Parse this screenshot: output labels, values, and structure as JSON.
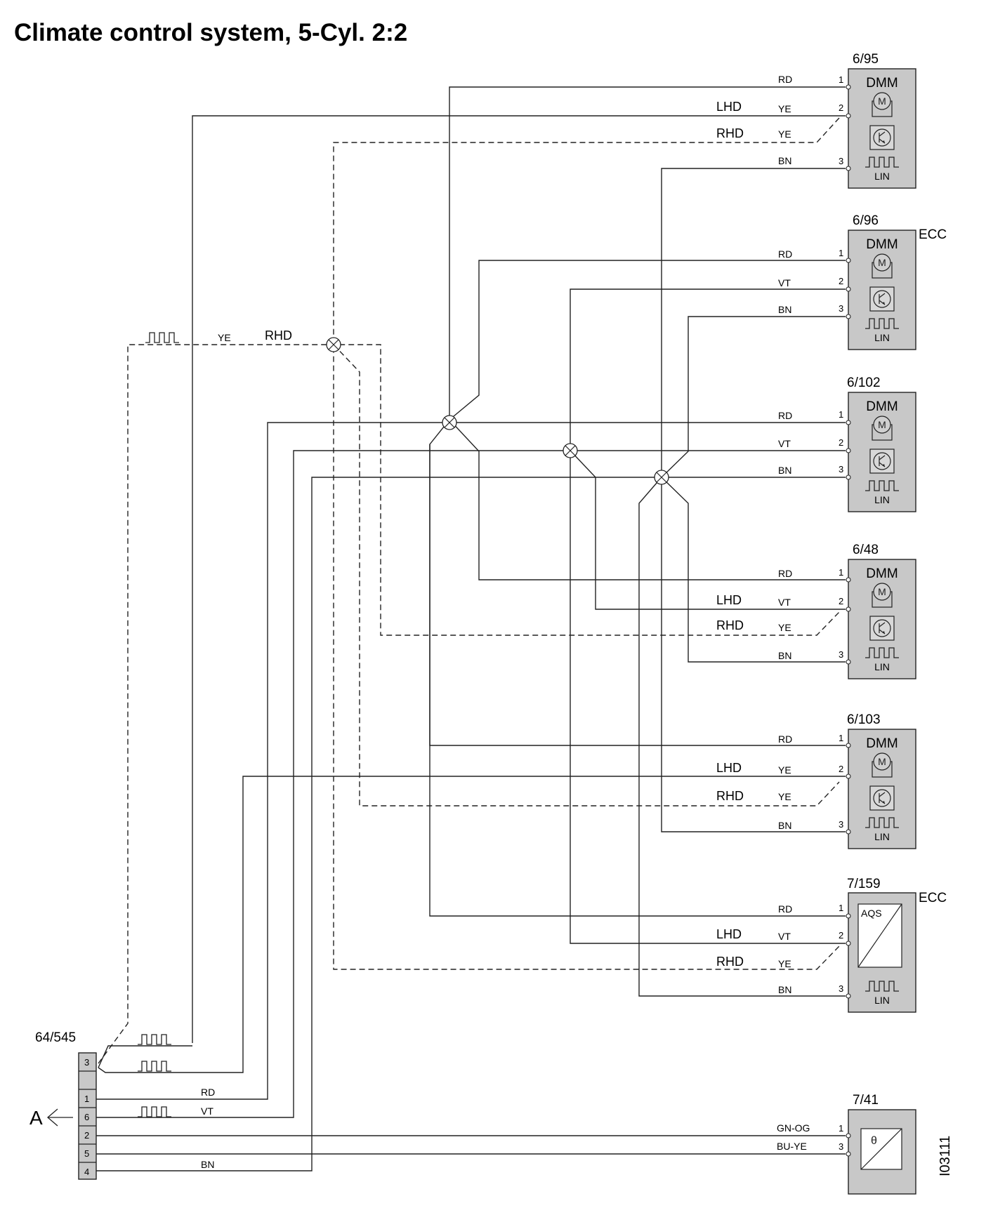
{
  "title": "Climate control system, 5-Cyl. 2:2",
  "components": [
    {
      "id": "6/95",
      "type": "DMM",
      "extra": "",
      "sublabel": "LIN",
      "pins": [
        {
          "num": "1",
          "color": "RD",
          "drive": ""
        },
        {
          "num": "2",
          "color": "YE",
          "drive": "LHD"
        },
        {
          "num": "",
          "color": "YE",
          "drive": "RHD"
        },
        {
          "num": "3",
          "color": "BN",
          "drive": ""
        }
      ]
    },
    {
      "id": "6/96",
      "type": "DMM",
      "extra": "ECC",
      "sublabel": "LIN",
      "pins": [
        {
          "num": "1",
          "color": "RD",
          "drive": ""
        },
        {
          "num": "2",
          "color": "VT",
          "drive": ""
        },
        {
          "num": "3",
          "color": "BN",
          "drive": ""
        }
      ]
    },
    {
      "id": "6/102",
      "type": "DMM",
      "extra": "",
      "sublabel": "LIN",
      "pins": [
        {
          "num": "1",
          "color": "RD",
          "drive": ""
        },
        {
          "num": "2",
          "color": "VT",
          "drive": ""
        },
        {
          "num": "3",
          "color": "BN",
          "drive": ""
        }
      ]
    },
    {
      "id": "6/48",
      "type": "DMM",
      "extra": "",
      "sublabel": "LIN",
      "pins": [
        {
          "num": "1",
          "color": "RD",
          "drive": ""
        },
        {
          "num": "2",
          "color": "VT",
          "drive": "LHD"
        },
        {
          "num": "",
          "color": "YE",
          "drive": "RHD"
        },
        {
          "num": "3",
          "color": "BN",
          "drive": ""
        }
      ]
    },
    {
      "id": "6/103",
      "type": "DMM",
      "extra": "",
      "sublabel": "LIN",
      "pins": [
        {
          "num": "1",
          "color": "RD",
          "drive": ""
        },
        {
          "num": "2",
          "color": "YE",
          "drive": "LHD"
        },
        {
          "num": "",
          "color": "YE",
          "drive": "RHD"
        },
        {
          "num": "3",
          "color": "BN",
          "drive": ""
        }
      ]
    },
    {
      "id": "7/159",
      "type": "AQS",
      "extra": "ECC",
      "sublabel": "LIN",
      "pins": [
        {
          "num": "1",
          "color": "RD",
          "drive": ""
        },
        {
          "num": "2",
          "color": "VT",
          "drive": "LHD"
        },
        {
          "num": "",
          "color": "YE",
          "drive": "RHD"
        },
        {
          "num": "3",
          "color": "BN",
          "drive": ""
        }
      ]
    },
    {
      "id": "7/41",
      "type": "θ",
      "extra": "",
      "sublabel": "",
      "pins": [
        {
          "num": "1",
          "color": "GN-OG",
          "drive": ""
        },
        {
          "num": "3",
          "color": "BU-YE",
          "drive": ""
        }
      ]
    }
  ],
  "connector": {
    "id": "64/545",
    "pins": [
      "3",
      "",
      "1",
      "6",
      "2",
      "5",
      "4"
    ],
    "wire_labels": {
      "rd": "RD",
      "vt": "VT",
      "bn": "BN"
    },
    "arrow_label": "A"
  },
  "left_signal": {
    "color": "YE",
    "drive": "RHD"
  },
  "reference": "I03111",
  "icons": [
    "motor-icon",
    "transistor-icon",
    "pulse-signal-icon",
    "sensor-icon",
    "crossover-icon"
  ]
}
